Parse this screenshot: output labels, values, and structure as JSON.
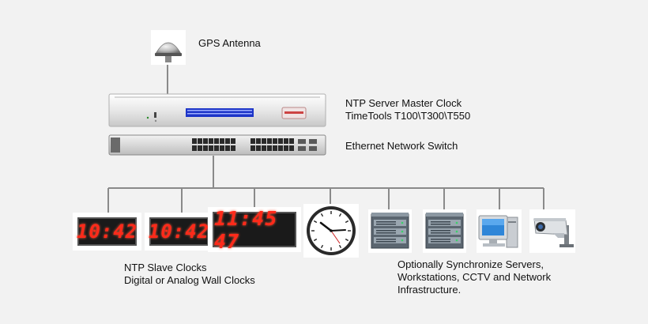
{
  "labels": {
    "gps": "GPS Antenna",
    "ntp_server_line1": "NTP Server Master Clock",
    "ntp_server_line2": "TimeTools T100\\T300\\T550",
    "switch": "Ethernet Network Switch",
    "slave_line1": "NTP Slave Clocks",
    "slave_line2": "Digital or Analog Wall Clocks",
    "sync_line1": "Optionally Synchronize Servers,",
    "sync_line2": "Workstations, CCTV and Network",
    "sync_line3": "Infrastructure."
  },
  "digital_clocks": [
    "10:42",
    "10:42",
    "11:45 47"
  ],
  "colors": {
    "line": "#8a8a8a",
    "background": "#f2f2f2",
    "digit": "#ff2a1a"
  }
}
